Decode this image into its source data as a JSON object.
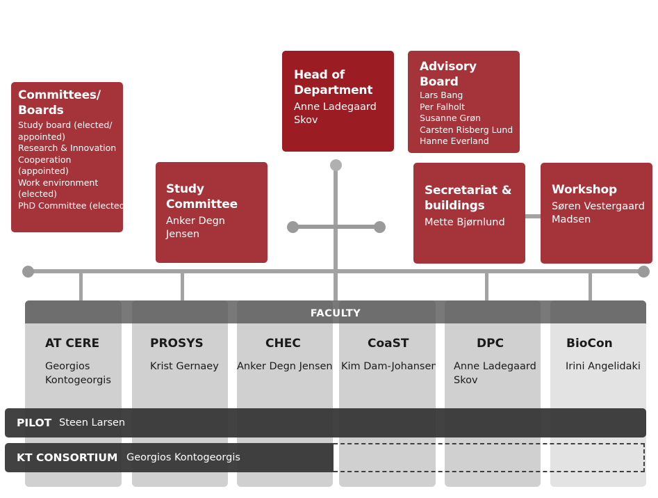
{
  "colors": {
    "red": "#a5333a",
    "red_dark": "#9b1c22",
    "connector_grey": "#a3a3a3",
    "faculty_header": "#6e6e6e",
    "column_grey": "#cfd0cf",
    "column_light": "#e2e3e2",
    "bar_dark": "#343434"
  },
  "committees": {
    "title": "Committees/ Boards",
    "items": [
      "Study board (elected/ appointed)",
      "Research & Innovation Cooperation (appointed)",
      "Work environment (elected)",
      "PhD Committee (elected)"
    ]
  },
  "head_of_department": {
    "title": "Head of Department",
    "name": "Anne Ladegaard Skov"
  },
  "advisory_board": {
    "title": "Advisory Board",
    "members": [
      "Lars Bang",
      "Per Falholt",
      "Susanne Grøn",
      "Carsten Risberg Lund",
      "Hanne Everland"
    ]
  },
  "study_committee": {
    "title": "Study Committee",
    "name": "Anker Degn Jensen"
  },
  "secretariat": {
    "title": "Secretariat & buildings",
    "name": "Mette Bjørnlund"
  },
  "workshop": {
    "title": "Workshop",
    "name": "Søren Vestergaard Madsen"
  },
  "faculty": {
    "label": "FACULTY",
    "centres": [
      {
        "title": "AT CERE",
        "name": "Georgios Kontogeorgis"
      },
      {
        "title": "PROSYS",
        "name": "Krist Gernaey"
      },
      {
        "title": "CHEC",
        "name": "Anker Degn Jensen"
      },
      {
        "title": "CoaST",
        "name": "Kim Dam-Johansen"
      },
      {
        "title": "DPC",
        "name": "Anne Ladegaard Skov"
      },
      {
        "title": "BioCon",
        "name": "Irini Angelidaki"
      }
    ]
  },
  "pilot": {
    "title": "PILOT",
    "name": "Steen Larsen"
  },
  "kt_consortium": {
    "title": "KT CONSORTIUM",
    "name": "Georgios Kontogeorgis"
  }
}
